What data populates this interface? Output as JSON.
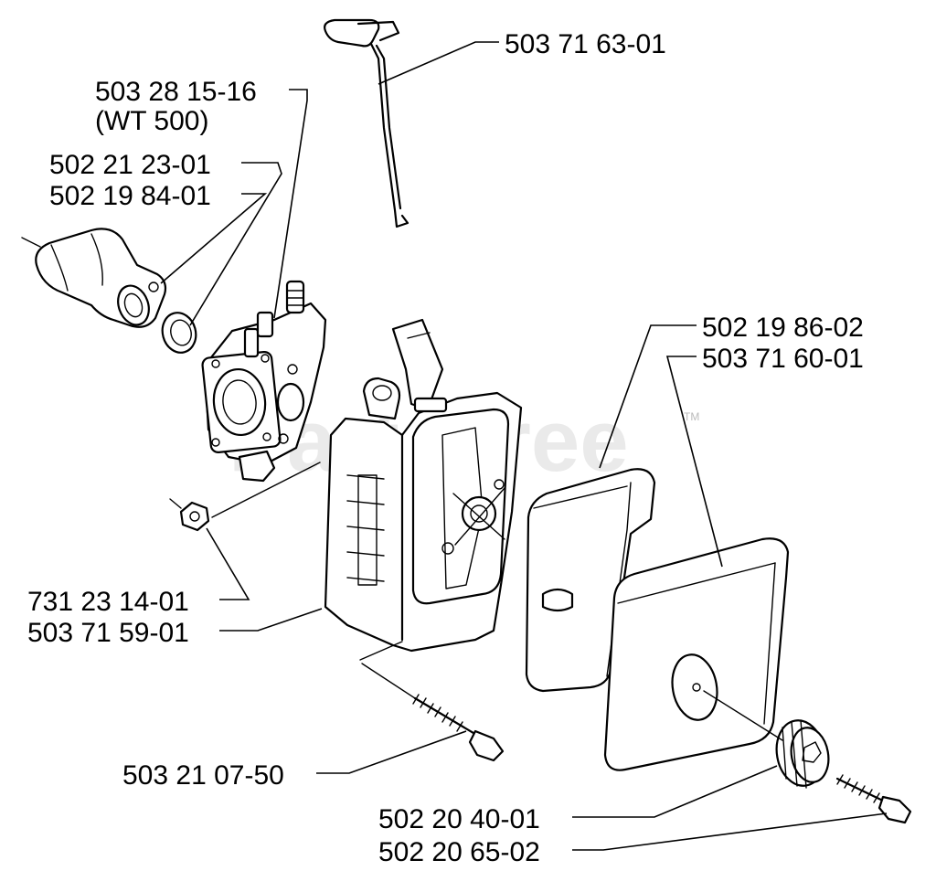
{
  "watermark": "PartsTree",
  "trademark": "TM",
  "labels": {
    "choke_rod": "503 71 63-01",
    "carburetor": "503 28 15-16",
    "carburetor_model": "(WT 500)",
    "gasket_a": "502 21 23-01",
    "gasket_b": "502 19 84-01",
    "filter_element": "502 19 86-02",
    "filter_cover": "503 71 60-01",
    "nut": "731 23 14-01",
    "air_filter_housing": "503 71 59-01",
    "screw_long": "503 21 07-50",
    "knob": "502 20 40-01",
    "screw_short": "502 20 65-02"
  },
  "colors": {
    "line": "#000000",
    "background": "#ffffff",
    "watermark": "#d9d9d9"
  }
}
